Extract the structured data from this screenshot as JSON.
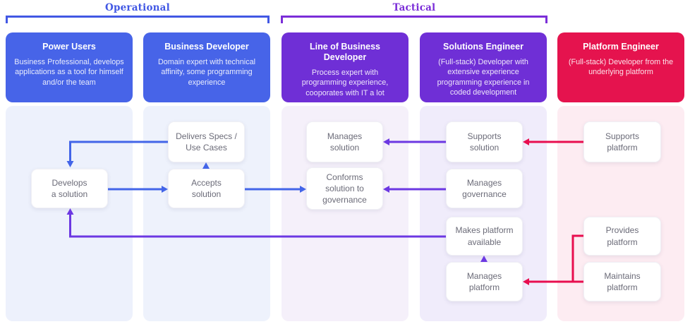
{
  "diagram": {
    "groups": [
      {
        "label": "Operational",
        "color": "#4258e4",
        "spans_roles": [
          "Power Users",
          "Business Developer"
        ]
      },
      {
        "label": "Tactical",
        "color": "#7b2ed8",
        "spans_roles": [
          "Line of Business Developer",
          "Solutions Engineer"
        ]
      }
    ],
    "roles": [
      {
        "title": "Power Users",
        "description": "Business Professional, develops applications as a tool for himself and/or the team",
        "card_color": "#4764e8",
        "column_bg_color": "#edf1fc"
      },
      {
        "title": "Business Developer",
        "description": "Domain expert with technical affinity, some programming experience",
        "card_color": "#4764e8",
        "column_bg_color": "#eef2fc"
      },
      {
        "title": "Line of Business Developer",
        "description": "Process expert with programming experience, cooporates with IT a lot",
        "card_color": "#6f2fd6",
        "column_bg_color": "#f5f0fa"
      },
      {
        "title": "Solutions Engineer",
        "description": "(Full-stack) Developer with extensive experience programming experience in coded development",
        "card_color": "#6f2fd6",
        "column_bg_color": "#f0ecfb"
      },
      {
        "title": "Platform Engineer",
        "description": "(Full-stack) Developer from the underlying platform",
        "card_color": "#e5134e",
        "column_bg_color": "#fdecf2"
      }
    ],
    "activities": [
      {
        "id": "delivers-specs-use-cases",
        "role": "Business Developer",
        "label": "Delivers Specs /\nUse Cases"
      },
      {
        "id": "manages-solution",
        "role": "Line of Business Developer",
        "label": "Manages\nsolution"
      },
      {
        "id": "supports-solution",
        "role": "Solutions Engineer",
        "label": "Supports\nsolution"
      },
      {
        "id": "supports-platform",
        "role": "Platform Engineer",
        "label": "Supports\nplatform"
      },
      {
        "id": "develops-a-solution",
        "role": "Power Users",
        "label": "Develops\na solution"
      },
      {
        "id": "accepts-solution",
        "role": "Business Developer",
        "label": "Accepts\nsolution"
      },
      {
        "id": "conforms-solution-to-governance",
        "role": "Line of Business Developer",
        "label": "Conforms\nsolution to\ngovernance"
      },
      {
        "id": "manages-governance",
        "role": "Solutions Engineer",
        "label": "Manages\ngovernance"
      },
      {
        "id": "makes-platform-available",
        "role": "Solutions Engineer",
        "label": "Makes platform\navailable"
      },
      {
        "id": "provides-platform",
        "role": "Platform Engineer",
        "label": "Provides\nplatform"
      },
      {
        "id": "manages-platform",
        "role": "Solutions Engineer",
        "label": "Manages\nplatform"
      },
      {
        "id": "maintains-platform",
        "role": "Platform Engineer",
        "label": "Maintains\nplatform"
      }
    ],
    "connectors": [
      {
        "from": "delivers-specs-use-cases",
        "to": "develops-a-solution",
        "color": "#4365e8"
      },
      {
        "from": "accepts-solution",
        "to": "delivers-specs-use-cases",
        "color": "#4365e8"
      },
      {
        "from": "develops-a-solution",
        "to": "accepts-solution",
        "color": "#4365e8"
      },
      {
        "from": "accepts-solution",
        "to": "conforms-solution-to-governance",
        "color": "#4365e8"
      },
      {
        "from": "supports-solution",
        "to": "manages-solution",
        "color": "#6c38e2"
      },
      {
        "from": "manages-governance",
        "to": "conforms-solution-to-governance",
        "color": "#6c38e2"
      },
      {
        "from": "supports-platform",
        "to": "supports-solution",
        "color": "#e80e4f"
      },
      {
        "from": "makes-platform-available",
        "to": "develops-a-solution",
        "color": "#6c38e2"
      },
      {
        "from": "manages-platform",
        "to": "makes-platform-available",
        "color": "#6c38e2"
      },
      {
        "from": "provides-platform / maintains-platform",
        "to": "manages-platform",
        "color": "#e80e4f"
      }
    ],
    "accent_colors": {
      "blue": "#4365e8",
      "purple": "#6c38e2",
      "red": "#e80e4f"
    }
  }
}
